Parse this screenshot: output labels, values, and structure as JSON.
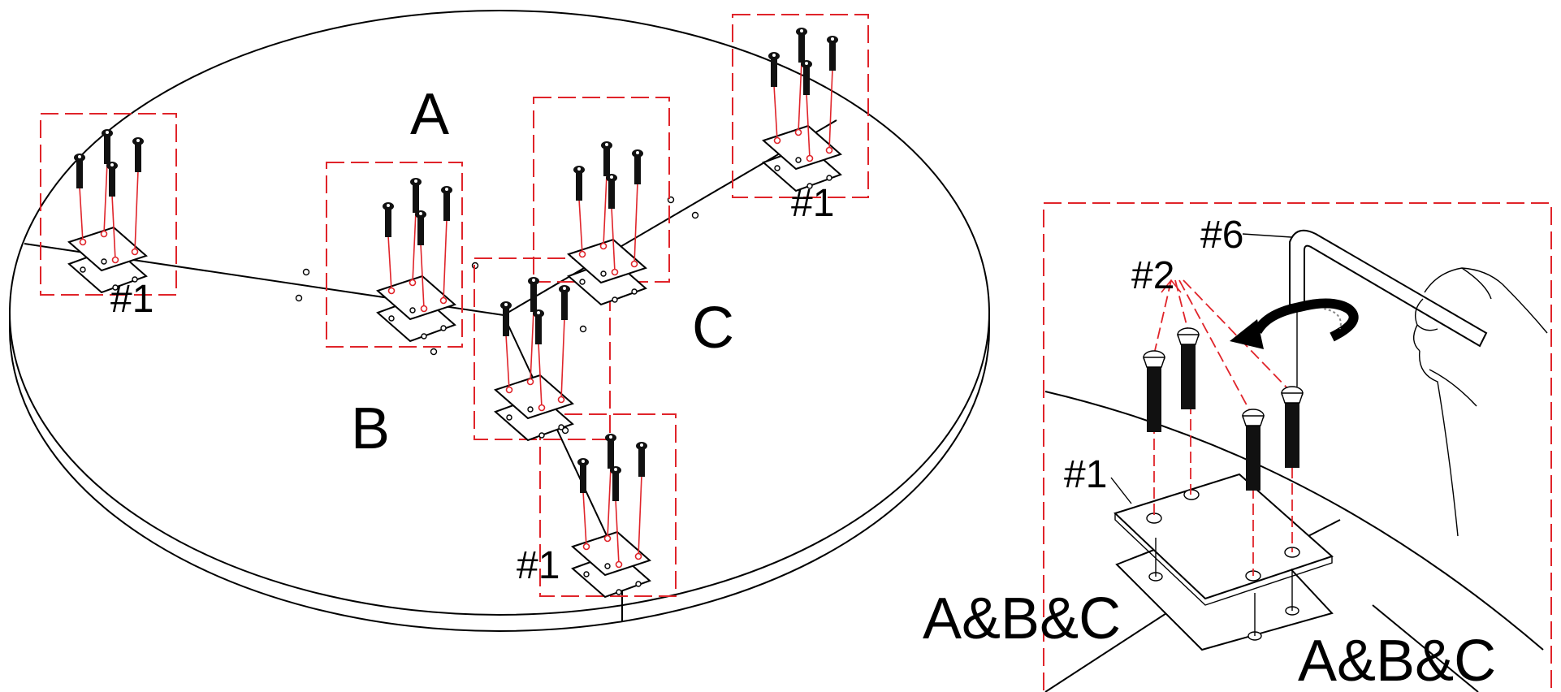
{
  "labels": {
    "section_a": "A",
    "section_b": "B",
    "section_c": "C",
    "bracket_1": "#1",
    "screw_2": "#2",
    "allen_key_6": "#6",
    "joint_sections": "A&B&C"
  },
  "colors": {
    "outline": "#000000",
    "callout_dash": "#e0242a",
    "background": "#ffffff"
  }
}
